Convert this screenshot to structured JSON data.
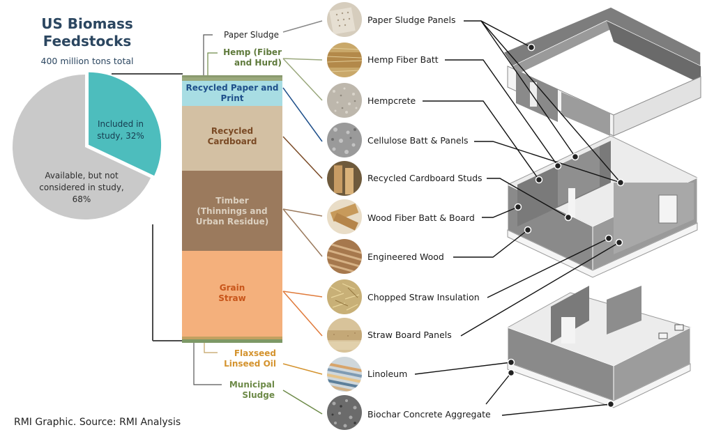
{
  "title_line1": "US Biomass",
  "title_line2": "Feedstocks",
  "subtitle": "400 million tons total",
  "pie": {
    "included_label": "Included in study, 32%",
    "available_label": "Available, but not considered in study, 68%",
    "included_pct": 32,
    "available_pct": 68,
    "included_color": "#4dbdbd",
    "available_color": "#c9c9c9"
  },
  "stack_segments": [
    {
      "label": "",
      "color": "#8a9a6e"
    },
    {
      "label": "",
      "color": "#9aa87c"
    },
    {
      "label": "Recycled Paper and Print",
      "color": "#a8dde3"
    },
    {
      "label": "Recycled Cardboard",
      "color": "#d3c0a3"
    },
    {
      "label": "Timber (Thinnings and Urban Residue)",
      "color": "#9b7a5d"
    },
    {
      "label": "Grain Straw",
      "color": "#f4b07c"
    },
    {
      "label": "",
      "color": "#c2a160"
    },
    {
      "label": "",
      "color": "#7d9866"
    }
  ],
  "side_labels": {
    "paper_sludge": "Paper Sludge",
    "hemp": "Hemp (Fiber and Hurd)",
    "flaxseed": "Flaxseed Linseed Oil",
    "municipal": "Municipal Sludge"
  },
  "products": [
    {
      "label": "Paper Sludge Panels",
      "icon": "paper-sludge-panels-thumbnail"
    },
    {
      "label": "Hemp Fiber Batt",
      "icon": "hemp-fiber-batt-thumbnail"
    },
    {
      "label": "Hempcrete",
      "icon": "hempcrete-thumbnail"
    },
    {
      "label": "Cellulose Batt & Panels",
      "icon": "cellulose-batt-thumbnail"
    },
    {
      "label": "Recycled Cardboard Studs",
      "icon": "cardboard-studs-thumbnail"
    },
    {
      "label": "Wood Fiber Batt & Board",
      "icon": "wood-fiber-batt-thumbnail"
    },
    {
      "label": "Engineered Wood",
      "icon": "engineered-wood-thumbnail"
    },
    {
      "label": "Chopped Straw Insulation",
      "icon": "chopped-straw-thumbnail"
    },
    {
      "label": "Straw Board Panels",
      "icon": "straw-board-thumbnail"
    },
    {
      "label": "Linoleum",
      "icon": "linoleum-thumbnail"
    },
    {
      "label": "Biochar Concrete Aggregate",
      "icon": "biochar-thumbnail"
    }
  ],
  "credit": "RMI Graphic. Source: RMI Analysis",
  "colors": {
    "title": "#2b4660",
    "paper_blue": "#1e4f8a",
    "hemp_green": "#5f7a3c",
    "cardboard_brown": "#7a4a25",
    "timber_text": "#dcd0c0",
    "straw_text": "#c8551a",
    "flax_orange": "#d4932e",
    "municipal_green": "#6d8a48"
  }
}
